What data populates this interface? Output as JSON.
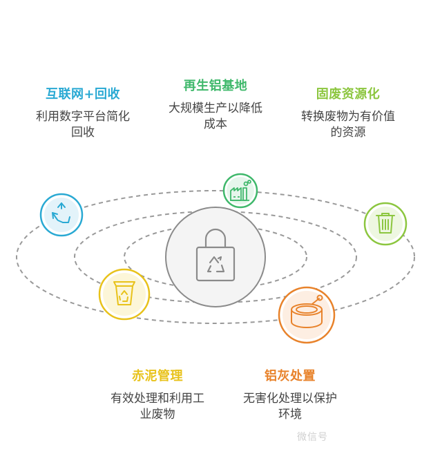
{
  "items": {
    "internet": {
      "title": "互联网+回收",
      "desc_line1": "利用数字平台简化",
      "desc_line2": "回收",
      "color": "#29a9d3",
      "icon": "recycle-icon"
    },
    "regen": {
      "title": "再生铝基地",
      "desc_line1": "大规模生产以降低",
      "desc_line2": "成本",
      "color": "#3fb86b",
      "icon": "factory-icon"
    },
    "solid": {
      "title": "固废资源化",
      "desc_line1": "转换废物为有价值",
      "desc_line2": "的资源",
      "color": "#8cc63f",
      "icon": "trash-can-icon"
    },
    "redmud": {
      "title": "赤泥管理",
      "desc_line1": "有效处理和利用工",
      "desc_line2": "业废物",
      "color": "#e8c21a",
      "icon": "recycle-bin-icon"
    },
    "ash": {
      "title": "铝灰处置",
      "desc_line1": "无害化处理以保护",
      "desc_line2": "环境",
      "color": "#e8822a",
      "icon": "aluminum-can-icon"
    }
  },
  "center": {
    "icon": "recycle-bag-icon",
    "color": "#8a8a8a"
  }
}
